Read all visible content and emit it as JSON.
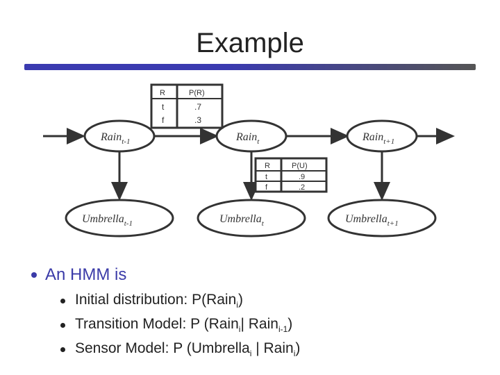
{
  "slide": {
    "title": "Example"
  },
  "diagram": {
    "nodes": {
      "rain_prev": {
        "label": "Rain",
        "sub": "t-1"
      },
      "rain_curr": {
        "label": "Rain",
        "sub": "t"
      },
      "rain_next": {
        "label": "Rain",
        "sub": "t+1"
      },
      "umb_prev": {
        "label": "Umbrella",
        "sub": "t-1"
      },
      "umb_curr": {
        "label": "Umbrella",
        "sub": "t"
      },
      "umb_next": {
        "label": "Umbrella",
        "sub": "t+1"
      }
    },
    "transition_table": {
      "headers": [
        "R",
        "P(R)"
      ],
      "rows": [
        [
          "t",
          ".7"
        ],
        [
          "f",
          ".3"
        ]
      ]
    },
    "sensor_table": {
      "headers": [
        "R",
        "P(U)"
      ],
      "rows": [
        [
          "t",
          ".9"
        ],
        [
          "f",
          ".2"
        ]
      ]
    }
  },
  "bullets": {
    "heading": "An HMM is",
    "items": [
      {
        "pre": "Initial distribution: P(Rain",
        "sub1": "i",
        "mid": ")",
        "sub2": "",
        "post": ""
      },
      {
        "pre": "Transition Model:  P (Rain",
        "sub1": "i",
        "mid": "| Rain",
        "sub2": "i-1",
        "post": ")"
      },
      {
        "pre": "Sensor Model:    P (Umbrella",
        "sub1": "i",
        "mid": " | Rain",
        "sub2": "i",
        "post": ")"
      }
    ]
  }
}
